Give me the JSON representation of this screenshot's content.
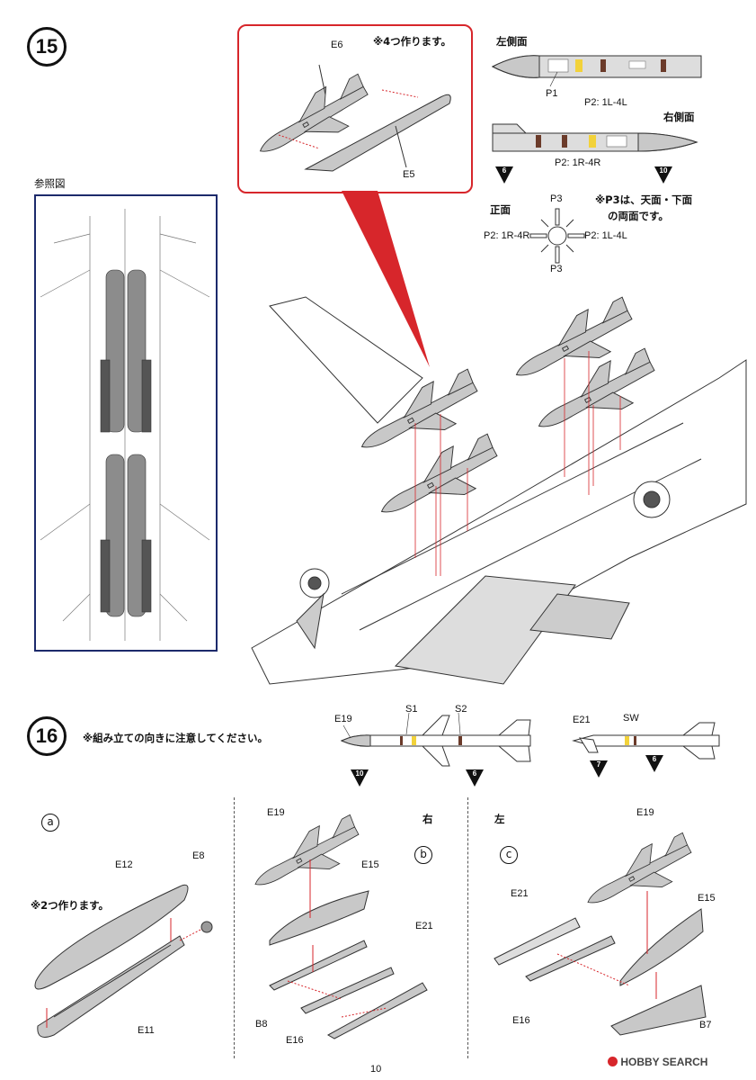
{
  "step15": {
    "number": "15",
    "inset_note": "※4つ作ります。",
    "inset_labels": {
      "e6": "E6",
      "e5": "E5"
    },
    "reference_title": "参照図",
    "left_side": {
      "title": "左側面",
      "p1": "P1",
      "p2": "P2: 1L-4L"
    },
    "right_side": {
      "title": "右側面",
      "p2": "P2: 1R-4R",
      "ref_a": "6",
      "ref_b": "10"
    },
    "front": {
      "title": "正面",
      "top": "P3",
      "bottom": "P3",
      "left": "P2: 1R-4R",
      "right": "P2: 1L-4L",
      "note_line1": "※P3は、天面・下面",
      "note_line2": "の両面です。"
    }
  },
  "step16": {
    "number": "16",
    "note": "※組み立ての向きに注意してください。",
    "decal_a": {
      "e19": "E19",
      "s1": "S1",
      "s2": "S2",
      "ref_a": "10",
      "ref_b": "6"
    },
    "decal_b": {
      "e21": "E21",
      "sw": "SW",
      "ref_a": "7",
      "ref_b": "6"
    },
    "sub_a": {
      "marker": "a",
      "note": "※2つ作ります。",
      "e12": "E12",
      "e8": "E8",
      "e11": "E11"
    },
    "sub_b": {
      "marker": "b",
      "side": "右",
      "e19": "E19",
      "e15": "E15",
      "e21": "E21",
      "b8": "B8",
      "e16": "E16"
    },
    "sub_c": {
      "marker": "c",
      "side": "左",
      "e19": "E19",
      "e21": "E21",
      "e15": "E15",
      "e16": "E16",
      "b7": "B7"
    }
  },
  "footer": {
    "page": "10",
    "watermark": "HOBBY SEARCH"
  },
  "colors": {
    "part_gray": "#c8c8c8",
    "accent_red": "#d7262b",
    "line": "#333333"
  }
}
